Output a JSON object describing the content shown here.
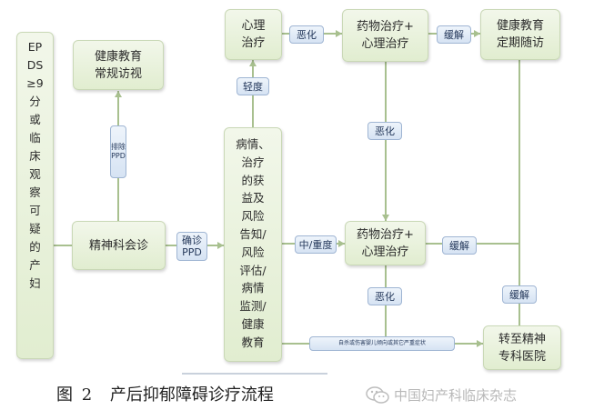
{
  "nodes": {
    "screening": "EP\nDS\n≥9\n分\n或\n临\n床\n观\n察\n可\n疑\n的\n产\n妇",
    "edu_routine": "健康教育\n常规访视",
    "psych_clinic": "精神科会诊",
    "assessment": "病情、\n治疗\n的获\n益及\n风险\n告知/\n风险\n评估/\n病情\n监测/\n健康\n教育",
    "psych_therapy": "心理\n治疗",
    "drug_psych_top": "药物治疗+\n心理治疗",
    "edu_followup": "健康教育\n定期随访",
    "drug_psych_mid": "药物治疗+\n心理治疗",
    "transfer": "转至精神\n专科医院"
  },
  "labels": {
    "review_ppd": "排除\nPPD",
    "confirm_ppd": "确诊\nPPD",
    "mild": "轻度",
    "worsen_top": "恶化",
    "relief_top": "缓解",
    "worsen_mid": "恶化",
    "moderate_severe": "中/重度",
    "relief_mid": "缓解",
    "worsen_bottom": "恶化",
    "relief_right": "缓解",
    "suicide_note": "自杀或伤害婴儿倾向或其它严重症状"
  },
  "caption": {
    "prefix": "图",
    "number": "2",
    "title": "产后抑郁障碍诊疗流程"
  },
  "watermark": "中国妇产科临床杂志",
  "colors": {
    "line": "#a8c08f",
    "box_border": "#c9d8b6",
    "label_border": "#9fb5d3"
  },
  "icons": [
    "wechat-icon"
  ]
}
